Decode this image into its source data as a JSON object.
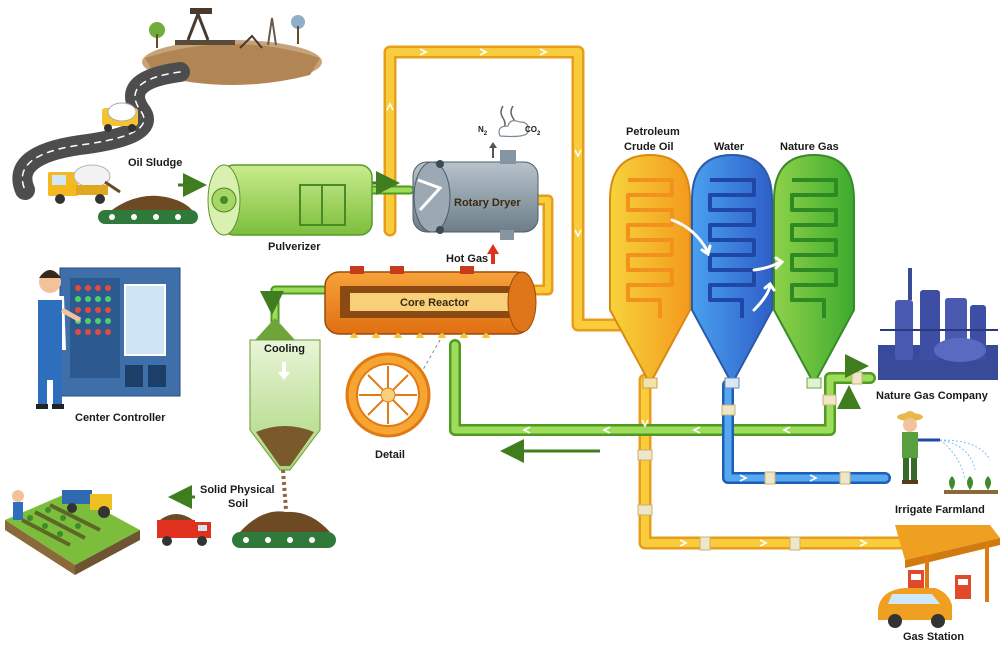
{
  "labels": {
    "oil_sludge": "Oil Sludge",
    "pulverizer": "Pulverizer",
    "rotary_dryer": "Rotary Dryer",
    "hot_gas": "Hot Gas",
    "core_reactor": "Core Reactor",
    "cooling": "Cooling",
    "detail": "Detail",
    "center_controller": "Center Controller",
    "solid_physical_soil_1": "Solid Physical",
    "solid_physical_soil_2": "Soil",
    "petroleum_crude_oil_1": "Petroleum",
    "petroleum_crude_oil_2": "Crude Oil",
    "water": "Water",
    "nature_gas": "Nature Gas",
    "nature_gas_company": "Nature Gas Company",
    "irrigate_farmland": "Irrigate Farmland",
    "gas_station": "Gas Station",
    "n2": "N",
    "n2_sub": "2",
    "co2": "CO",
    "co2_sub": "2"
  },
  "colors": {
    "oil_pipe": "#f5b82e",
    "gas_pipe": "#7dc242",
    "water_pipe": "#2f7fd6",
    "reactor": "#f08a1c",
    "arrow_green": "#3f7d1f",
    "hot_gas_arrow": "#e0301e"
  },
  "icons": [
    "oil-field-icon",
    "cement-truck-icon",
    "dump-truck-icon",
    "operator-icon",
    "control-cabinet-icon",
    "refinery-icon",
    "farmer-icon",
    "gas-station-icon",
    "car-icon",
    "farm-icon"
  ]
}
